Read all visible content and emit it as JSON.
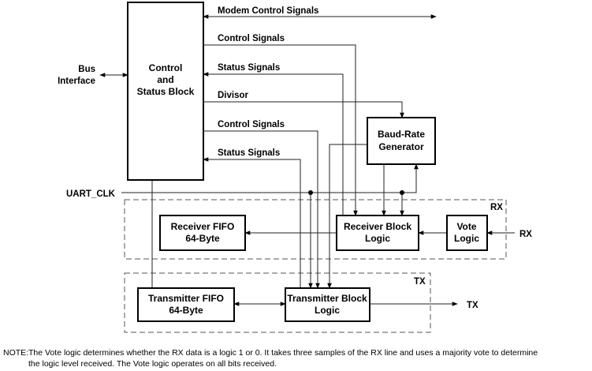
{
  "blocks": {
    "control_status": [
      "Control",
      "and",
      "Status Block"
    ],
    "baud_rate": [
      "Baud-Rate",
      "Generator"
    ],
    "receiver_fifo": [
      "Receiver FIFO",
      "64-Byte"
    ],
    "receiver_block": [
      "Receiver Block",
      "Logic"
    ],
    "vote_logic": [
      "Vote",
      "Logic"
    ],
    "transmitter_fifo": [
      "Transmitter FIFO",
      "64-Byte"
    ],
    "transmitter_block": [
      "Transmitter Block",
      "Logic"
    ]
  },
  "signals": {
    "modem_control": "Modem Control Signals",
    "control_signals_1": "Control Signals",
    "status_signals_1": "Status Signals",
    "divisor": "Divisor",
    "control_signals_2": "Control Signals",
    "status_signals_2": "Status Signals",
    "bus_interface": [
      "Bus",
      "Interface"
    ],
    "uart_clk": "UART_CLK",
    "rx_in": "RX",
    "tx_out": "TX",
    "rx_group": "RX",
    "tx_group": "TX"
  },
  "note": {
    "head": "NOTE:",
    "line1": "The Vote logic determines whether the RX data is a logic 1 or 0. It takes three samples of the RX line and uses a majority vote to determine",
    "line2": "the logic level received. The Vote logic operates on all bits received."
  }
}
